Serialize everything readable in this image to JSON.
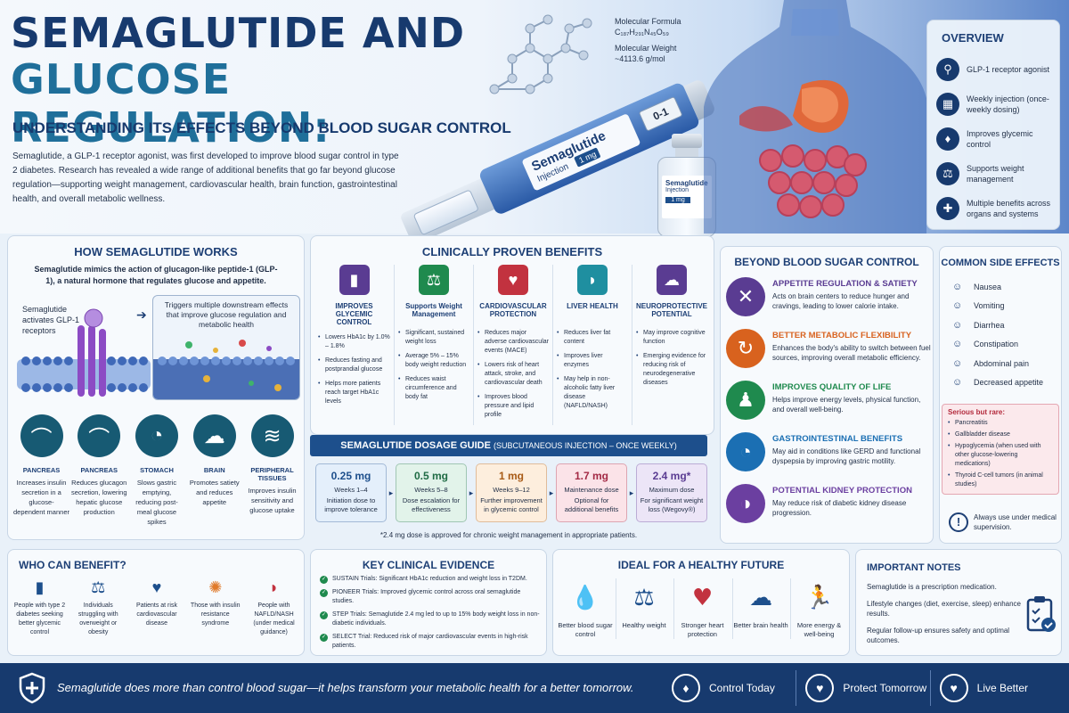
{
  "header": {
    "title_line1": "SEMAGLUTIDE AND",
    "title_line2": "GLUCOSE REGULATION:",
    "subtitle": "UNDERSTANDING ITS EFFECTS BEYOND BLOOD SUGAR CONTROL",
    "intro": "Semaglutide, a GLP-1 receptor agonist, was first developed to improve blood sugar control in type 2 diabetes. Research has revealed a wide range of additional benefits that go far beyond glucose regulation—supporting weight management, cardiovascular health, brain function, gastrointestinal health, and overall metabolic wellness."
  },
  "molecule": {
    "formula_label": "Molecular Formula",
    "formula": "C₁₈₇H₂₉₁N₄₅O₅₉",
    "weight_label": "Molecular Weight",
    "weight": "~4113.6 g/mol"
  },
  "pen": {
    "label": "Semaglutide",
    "sub": "Injection",
    "dose": "1 mg",
    "display": "0-1"
  },
  "vial": {
    "label": "Semaglutide",
    "sub": "Injection",
    "dose": "1 mg"
  },
  "overview": {
    "title": "OVERVIEW",
    "items": [
      "GLP-1 receptor agonist",
      "Weekly injection (once-weekly dosing)",
      "Improves glycemic control",
      "Supports weight management",
      "Multiple benefits across organs and systems"
    ]
  },
  "how": {
    "title": "HOW SEMAGLUTIDE WORKS",
    "desc": "Semaglutide mimics the action of glucagon-like peptide-1 (GLP-1), a natural hormone that regulates glucose and appetite.",
    "activates": "Semaglutide activates GLP-1 receptors",
    "triggers": "Triggers multiple downstream effects that improve glucose regulation and metabolic health",
    "organs": [
      {
        "name": "PANCREAS",
        "desc": "Increases insulin secretion in a glucose-dependent manner"
      },
      {
        "name": "PANCREAS",
        "desc": "Reduces glucagon secretion, lowering hepatic glucose production"
      },
      {
        "name": "STOMACH",
        "desc": "Slows gastric emptying, reducing post-meal glucose spikes"
      },
      {
        "name": "BRAIN",
        "desc": "Promotes satiety and reduces appetite"
      },
      {
        "name": "PERIPHERAL TISSUES",
        "desc": "Improves insulin sensitivity and glucose uptake"
      }
    ]
  },
  "clinical": {
    "title": "CLINICALLY PROVEN BENEFITS",
    "cols": [
      {
        "title": "IMPROVES GLYCEMIC CONTROL",
        "items": [
          "Lowers HbA1c by 1.0% – 1.8%",
          "Reduces fasting and postprandial glucose",
          "Helps more patients reach target HbA1c levels"
        ]
      },
      {
        "title": "Supports Weight Management",
        "items": [
          "Significant, sustained weight loss",
          "Average 5% – 15% body weight reduction",
          "Reduces waist circumference and body fat"
        ]
      },
      {
        "title": "CARDIOVASCULAR PROTECTION",
        "items": [
          "Reduces major adverse cardiovascular events (MACE)",
          "Lowers risk of heart attack, stroke, and cardiovascular death",
          "Improves blood pressure and lipid profile"
        ]
      },
      {
        "title": "LIVER HEALTH",
        "items": [
          "Reduces liver fat content",
          "Improves liver enzymes",
          "May help in non-alcoholic fatty liver disease (NAFLD/NASH)"
        ]
      },
      {
        "title": "NEUROPROTECTIVE POTENTIAL",
        "items": [
          "May improve cognitive function",
          "Emerging evidence for reducing risk of neurodegenerative diseases"
        ]
      }
    ]
  },
  "dosage": {
    "title": "SEMAGLUTIDE DOSAGE GUIDE",
    "title_sub": "(SUBCUTANEOUS INJECTION – ONCE WEEKLY)",
    "steps": [
      {
        "dose": "0.25 mg",
        "weeks": "Weeks 1–4",
        "desc": "Initiation dose to improve tolerance",
        "bg": "#e4effb",
        "fg": "#1d4f8c"
      },
      {
        "dose": "0.5 mg",
        "weeks": "Weeks 5–8",
        "desc": "Dose escalation for effectiveness",
        "bg": "#e2f3ea",
        "fg": "#1f6b44"
      },
      {
        "dose": "1 mg",
        "weeks": "Weeks 9–12",
        "desc": "Further improvement in glycemic control",
        "bg": "#fdeedd",
        "fg": "#a85a15"
      },
      {
        "dose": "1.7 mg",
        "weeks": "Maintenance dose",
        "desc": "Optional for additional benefits",
        "bg": "#fbe3e8",
        "fg": "#a32a45"
      },
      {
        "dose": "2.4 mg*",
        "weeks": "Maximum dose",
        "desc": "For significant weight loss (Wegovy®)",
        "bg": "#ece5f7",
        "fg": "#5a3c92"
      }
    ],
    "note": "*2.4 mg dose is approved for chronic weight management in appropriate patients."
  },
  "beyond": {
    "title": "BEYOND BLOOD SUGAR CONTROL",
    "items": [
      {
        "title": "APPETITE REGULATION & SATIETY",
        "desc": "Acts on brain centers to reduce hunger and cravings, leading to lower calorie intake.",
        "color": "#5a3c92"
      },
      {
        "title": "BETTER METABOLIC FLEXIBILITY",
        "desc": "Enhances the body's ability to switch between fuel sources, improving overall metabolic efficiency.",
        "color": "#d8621e"
      },
      {
        "title": "IMPROVES QUALITY OF LIFE",
        "desc": "Helps improve energy levels, physical function, and overall well-being.",
        "color": "#1f8a4e"
      },
      {
        "title": "GASTROINTESTINAL BENEFITS",
        "desc": "May aid in conditions like GERD and functional dyspepsia by improving gastric motility.",
        "color": "#1b6fb3"
      },
      {
        "title": "POTENTIAL KIDNEY PROTECTION",
        "desc": "May reduce risk of diabetic kidney disease progression.",
        "color": "#6b3fa0"
      }
    ]
  },
  "side": {
    "title": "COMMON SIDE EFFECTS",
    "items": [
      "Nausea",
      "Vomiting",
      "Diarrhea",
      "Constipation",
      "Abdominal pain",
      "Decreased appetite"
    ],
    "rare_title": "Serious but rare:",
    "rare": [
      "Pancreatitis",
      "Gallbladder disease",
      "Hypoglycemia (when used with other glucose-lowering medications)",
      "Thyroid C-cell tumors (in animal studies)"
    ],
    "supervision": "Always use under medical supervision."
  },
  "who": {
    "title": "WHO CAN BENEFIT?",
    "items": [
      "People with type 2 diabetes seeking better glycemic control",
      "Individuals struggling with overweight or obesity",
      "Patients at risk cardiovascular disease",
      "Those with insulin resistance syndrome",
      "People with NAFLD/NASH (under medical guidance)"
    ]
  },
  "evidence": {
    "title": "KEY CLINICAL EVIDENCE",
    "items": [
      "SUSTAIN Trials: Significant HbA1c reduction and weight loss in T2DM.",
      "PIONEER Trials: Improved glycemic control across oral semaglutide studies.",
      "STEP Trials: Semaglutide 2.4 mg led to up to 15% body weight loss in non-diabetic individuals.",
      "SELECT Trial: Reduced risk of major cardiovascular events in high-risk patients."
    ]
  },
  "future": {
    "title": "IDEAL FOR A HEALTHY FUTURE",
    "items": [
      "Better blood sugar control",
      "Healthy weight",
      "Stronger heart protection",
      "Better brain health",
      "More energy & well-being"
    ]
  },
  "notes": {
    "title": "IMPORTANT NOTES",
    "items": [
      "Semaglutide is a prescription medication.",
      "Lifestyle changes (diet, exercise, sleep) enhance results.",
      "Regular follow-up ensures safety and optimal outcomes."
    ]
  },
  "footer": {
    "tagline": "Semaglutide does more than control blood sugar—it helps transform your metabolic health for a better tomorrow.",
    "badges": [
      "Control Today",
      "Protect Tomorrow",
      "Live Better"
    ]
  }
}
